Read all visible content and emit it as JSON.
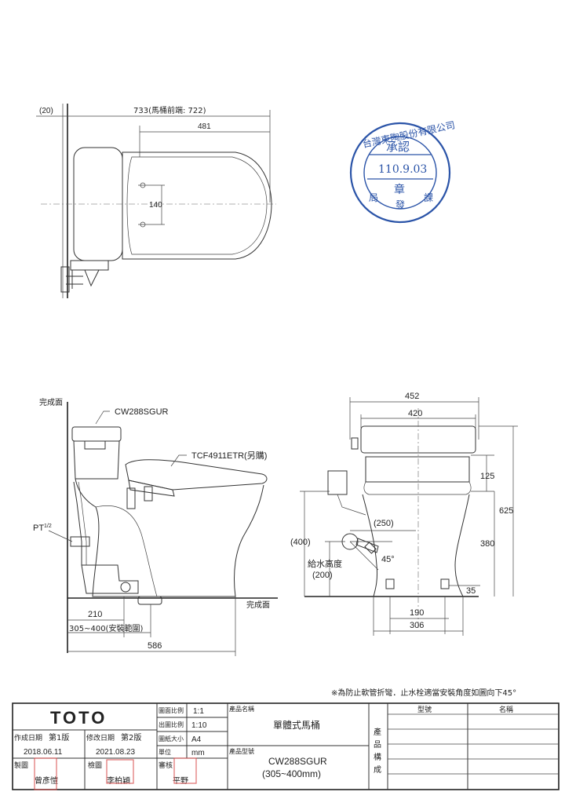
{
  "top_view": {
    "dim_20": "(20)",
    "dim_733": "733(馬桶前端: 722)",
    "dim_481": "481",
    "dim_140": "140"
  },
  "side_view": {
    "finish_wall": "完成面",
    "tank_model": "CW288SGUR",
    "seat_model": "TCF4911ETR(另購)",
    "pt": "PT",
    "pt_frac": "1/2",
    "finish_floor": "完成面",
    "dim_210": "210",
    "dim_range": "305~400(安裝範圍)",
    "dim_586": "586"
  },
  "front_view": {
    "dim_452": "452",
    "dim_420": "420",
    "dim_125": "125",
    "dim_625": "625",
    "dim_250": "(250)",
    "dim_400": "(400)",
    "dim_380": "380",
    "angle": "45°",
    "supply_label": "給水高度",
    "dim_200": "(200)",
    "dim_35": "35",
    "dim_190": "190",
    "dim_306": "306"
  },
  "note": "※為防止軟管折彎．止水栓適當安裝角度如圖向下45°",
  "approval_stamp": {
    "company": "台灣東陶股份有限公司",
    "approved": "承認",
    "date": "110.9.03",
    "chapter": "章",
    "dept": "課",
    "issue": "發",
    "bureau": "局"
  },
  "title_block": {
    "brand": "TOTO",
    "scale_label": "圖面比例",
    "scale_value": "1:1",
    "out_scale_label": "出圖比例",
    "out_scale_value": "1:10",
    "paper_label": "圖紙大小",
    "paper_value": "A4",
    "unit_label": "單位",
    "unit_value": "mm",
    "product_name_label": "產品名稱",
    "product_name": "單體式馬桶",
    "product_model_label": "產品型號",
    "product_model": "CW288SGUR",
    "product_model_sub": "(305~400mm)",
    "created_label": "作成日期",
    "created_ver": "第1版",
    "created_date": "2018.06.11",
    "revised_label": "修改日期",
    "revised_ver": "第2版",
    "revised_date": "2021.08.23",
    "maker_label": "製圖",
    "maker_name": "曾彥愷",
    "check_label": "檢圖",
    "check_name": "李柏穎",
    "approve_label": "審核",
    "approve_name": "平野",
    "composition": [
      "產",
      "品",
      "構",
      "成"
    ],
    "col_model": "型號",
    "col_name": "名稱"
  }
}
